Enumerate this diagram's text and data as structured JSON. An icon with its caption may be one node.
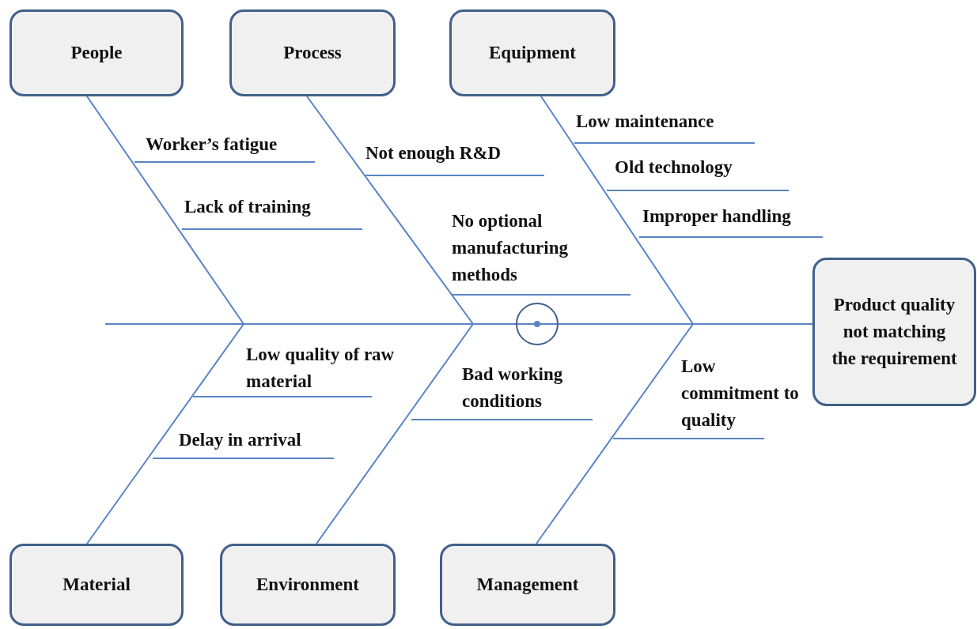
{
  "diagram": {
    "nodes": [
      {
        "text": [
          "People"
        ]
      },
      {
        "text": [
          "Process"
        ]
      },
      {
        "text": [
          "Equipment"
        ]
      },
      {
        "text": [
          "Product quality not matching the requirement"
        ]
      },
      {
        "text": [
          "Material"
        ]
      },
      {
        "text": [
          "Environment"
        ]
      },
      {
        "text": [
          "Management"
        ]
      }
    ],
    "edges": [
      {
        "from": 0,
        "to": 3,
        "arrow": "none"
      },
      {
        "from": 1,
        "to": 3,
        "arrow": "none"
      },
      {
        "from": 2,
        "to": 3,
        "arrow": "none"
      },
      {
        "from": 4,
        "to": 3,
        "arrow": "none"
      },
      {
        "from": 5,
        "to": 3,
        "arrow": "none"
      },
      {
        "from": 6,
        "to": 3,
        "arrow": "none"
      }
    ],
    "labels": [
      "Worker’s fatigue",
      "Lack of training",
      "Not enough R&D",
      "No optional manufacturing methods",
      "Low maintenance",
      "Old technology",
      "Improper handling",
      "Low quality of raw material",
      "Delay in arrival",
      "Bad working conditions",
      "Low commitment to quality"
    ]
  }
}
